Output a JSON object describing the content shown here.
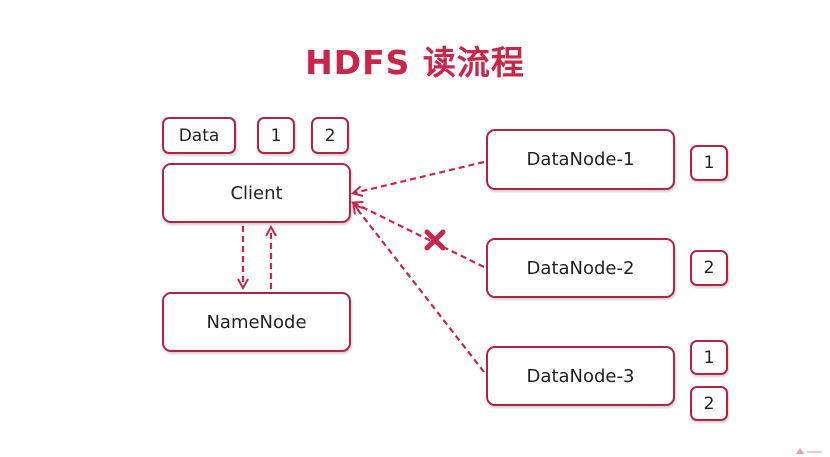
{
  "title": "HDFS 读流程",
  "client": {
    "blocks": [
      "Data",
      "1",
      "2"
    ],
    "label": "Client"
  },
  "namenode": {
    "label": "NameNode"
  },
  "datanodes": [
    {
      "label": "DataNode-1",
      "blocks": [
        "1"
      ]
    },
    {
      "label": "DataNode-2",
      "blocks": [
        "2"
      ]
    },
    {
      "label": "DataNode-3",
      "blocks": [
        "1",
        "2"
      ]
    }
  ],
  "colors": {
    "accent": "#c9264a",
    "border": "#b02545",
    "text": "#222222"
  }
}
